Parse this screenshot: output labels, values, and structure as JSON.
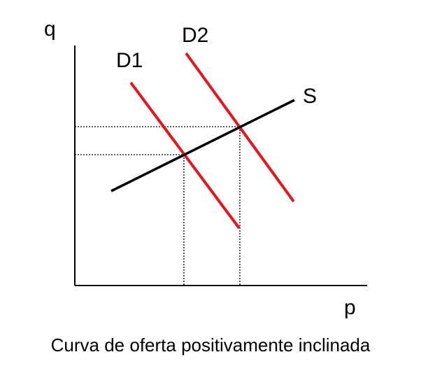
{
  "diagram": {
    "y_axis_label": "q",
    "x_axis_label": "p",
    "caption": "Curva de oferta positivamente inclinada",
    "curves": {
      "supply": {
        "label": "S",
        "color": "#000000"
      },
      "demand_1": {
        "label": "D1",
        "color": "#e8141a"
      },
      "demand_2": {
        "label": "D2",
        "color": "#e8141a"
      }
    },
    "guide_line_style": "dotted"
  }
}
